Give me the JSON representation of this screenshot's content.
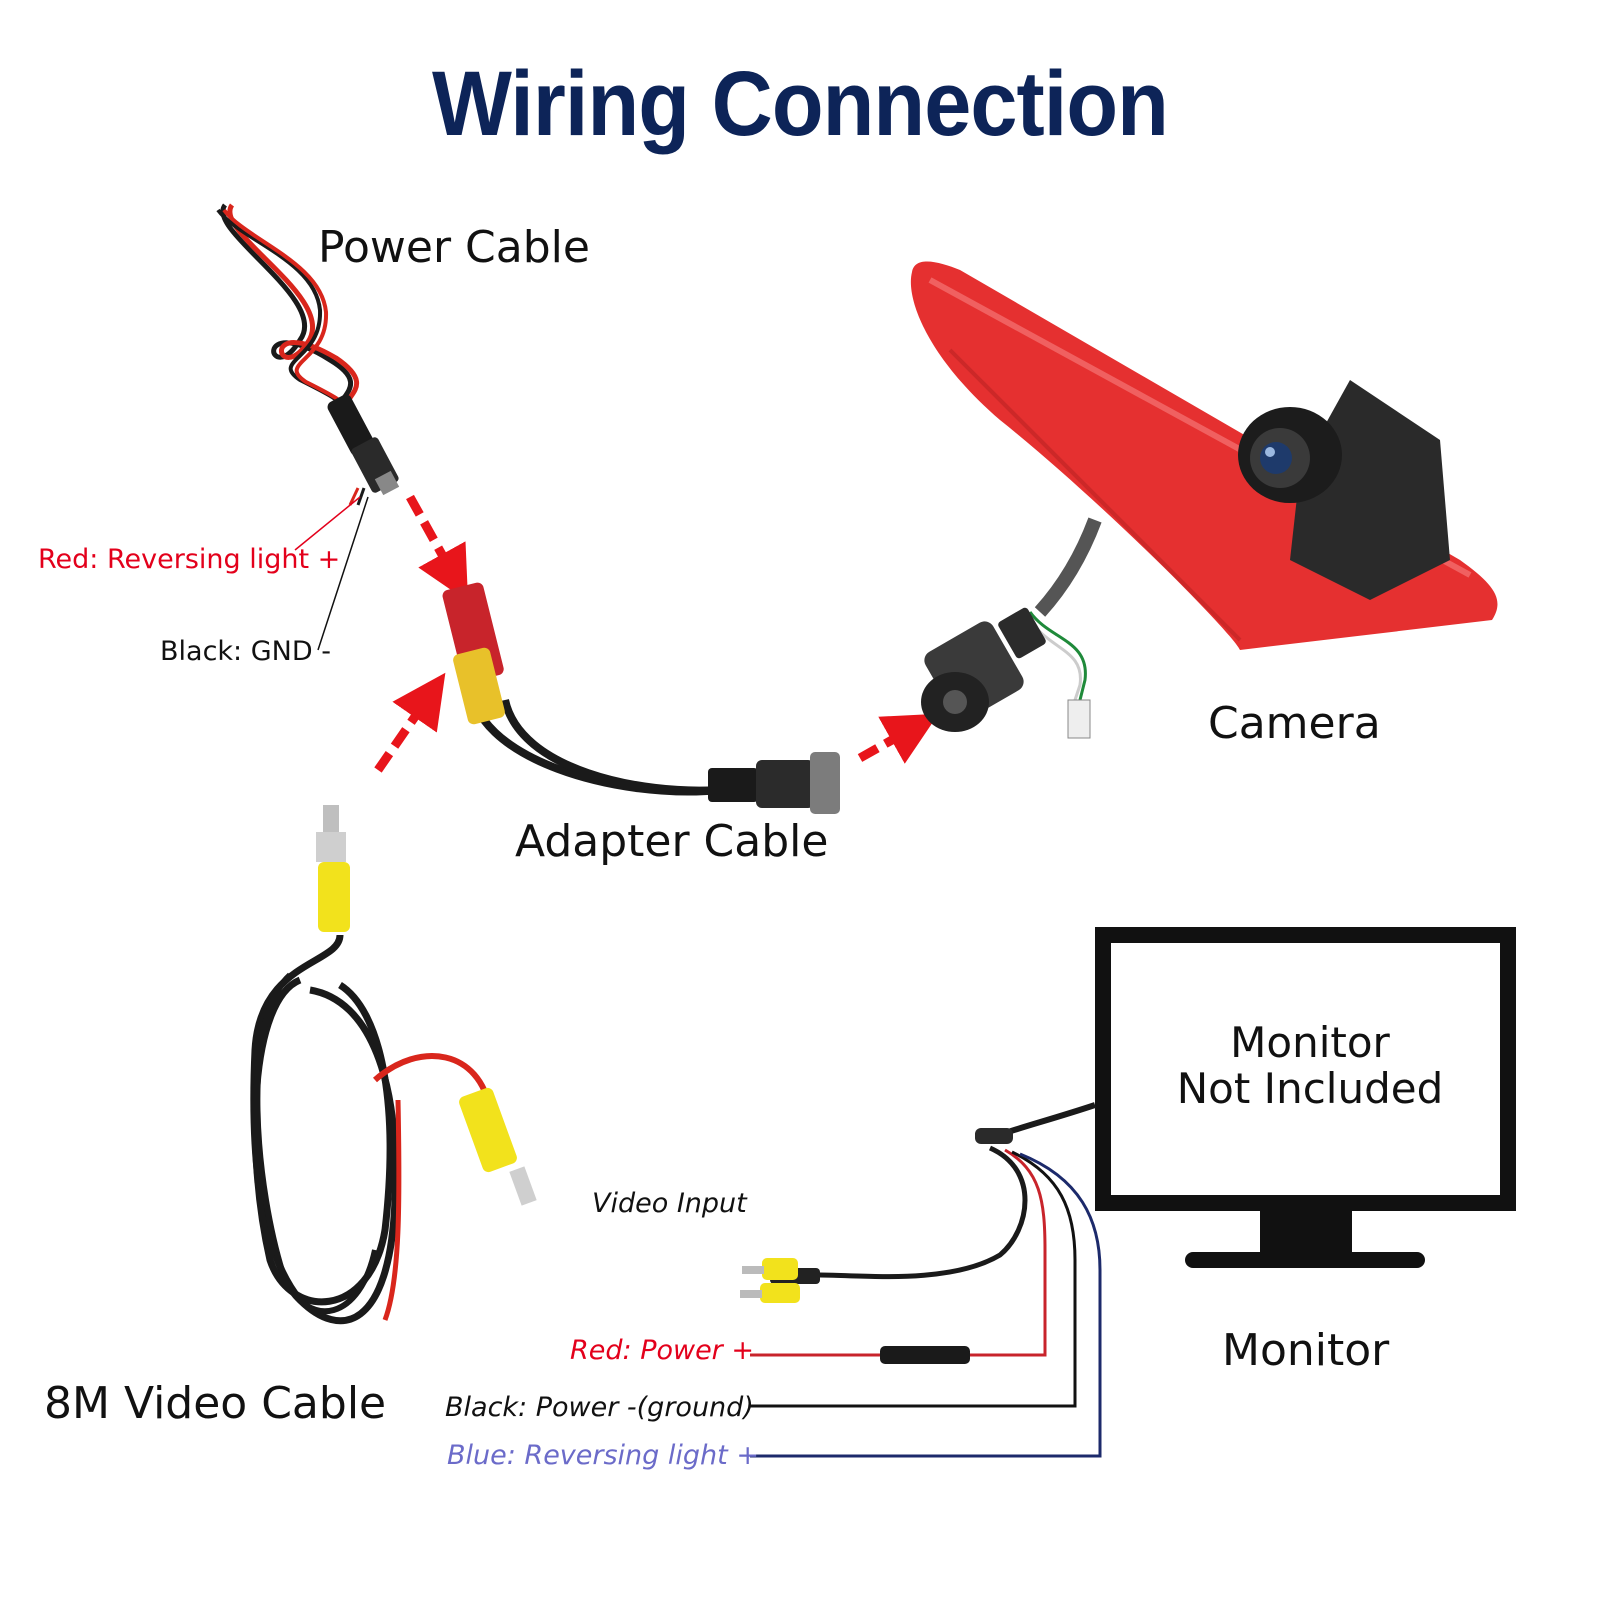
{
  "title": "Wiring Connection",
  "labels": {
    "power_cable": "Power Cable",
    "red_reversing": "Red: Reversing light +",
    "black_gnd": "Black: GND -",
    "camera": "Camera",
    "adapter_cable": "Adapter Cable",
    "video_cable": "8M Video Cable",
    "monitor_line1": "Monitor",
    "monitor_line2": "Not Included",
    "monitor": "Monitor",
    "video_input": "Video Input",
    "red_power": "Red: Power +",
    "black_power": "Black: Power -(ground)",
    "blue_reversing": "Blue: Reversing light +"
  },
  "colors": {
    "title": "#0d2458",
    "red_label": "#e3001b",
    "blue_label": "#6b6bc9",
    "arrow": "#e8151b",
    "camera_body": "#e53030",
    "rca_yellow": "#f2e21c",
    "rca_red": "#c8242b"
  }
}
